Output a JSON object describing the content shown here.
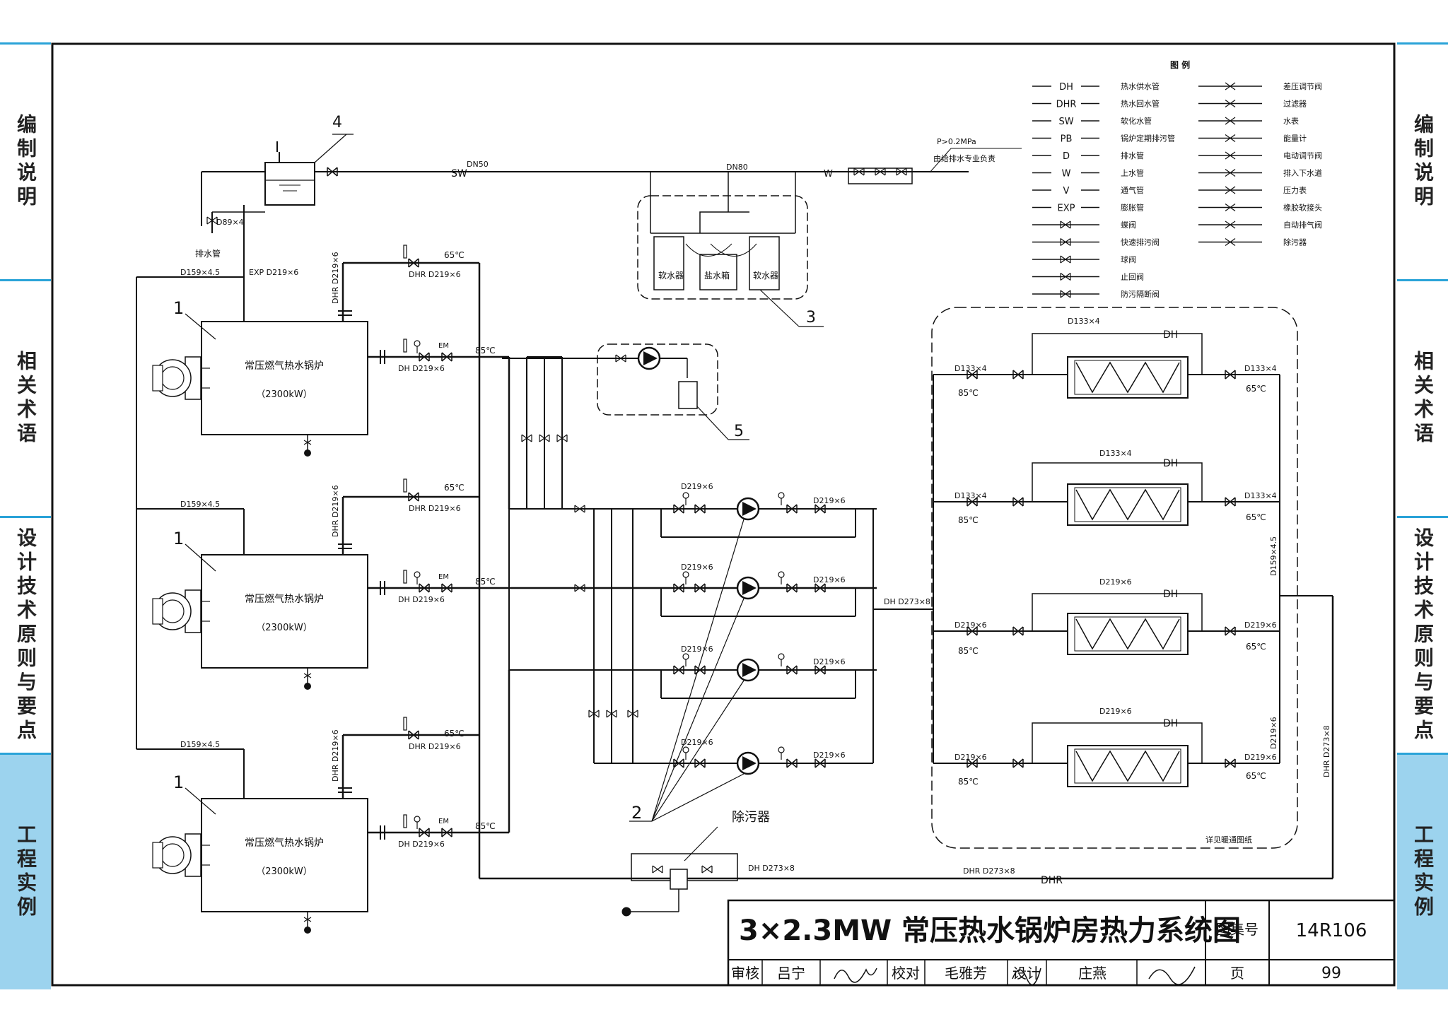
{
  "side_tabs": [
    "编制说明",
    "相关术语",
    "设计技术原则与要点",
    "工程实例"
  ],
  "active_tab": 3,
  "boilers": [
    {
      "name": "常压燃气热水锅炉",
      "capacity": "（2300kW）",
      "tag": "1"
    },
    {
      "name": "常压燃气热水锅炉",
      "capacity": "（2300kW）",
      "tag": "1"
    },
    {
      "name": "常压燃气热水锅炉",
      "capacity": "（2300kW）",
      "tag": "1"
    }
  ],
  "callouts": {
    "water_tank": "4",
    "softener": "3",
    "pressure_unit": "5",
    "pumps": "2"
  },
  "softener_labels": [
    "软水器",
    "盐水箱",
    "软水器"
  ],
  "labels": {
    "dh_d219": "DH D219×6",
    "dhr_d219": "DHR D219×6",
    "dhr_d219_v": "DHR D219×6",
    "d159": "D159×4.5",
    "d159_v": "D159×4.5",
    "exp_d219": "EXP D219×6",
    "d89": "D89×4",
    "drain": "排水管",
    "t85": "85℃",
    "t65": "65℃",
    "dn50": "DN50",
    "dn80": "DN80",
    "sw": "SW",
    "w": "W",
    "pressure": "P>0.2MPa",
    "supply_note": "由给排水专业负责",
    "pump_d219": "D219×6",
    "dh_d273": "DH D273×8",
    "dhr_d273": "DHR D273×8",
    "dhr_d273_v": "DHR D273×8",
    "dhr": "DHR",
    "dh": "DH",
    "dirt": "除污器",
    "d133": "D133×4",
    "d219hx": "D219×6",
    "d219_v": "D219×6",
    "detail_note": "详见暖通图纸",
    "em": "EM"
  },
  "legend": {
    "title": "图 例",
    "pipes": [
      {
        "code": "DH",
        "label": "热水供水管"
      },
      {
        "code": "DHR",
        "label": "热水回水管"
      },
      {
        "code": "SW",
        "label": "软化水管"
      },
      {
        "code": "PB",
        "label": "锅炉定期排污管"
      },
      {
        "code": "D",
        "label": "排水管"
      },
      {
        "code": "W",
        "label": "上水管"
      },
      {
        "code": "V",
        "label": "通气管"
      },
      {
        "code": "EXP",
        "label": "膨胀管"
      }
    ],
    "valves_left": [
      "蝶阀",
      "快速排污阀",
      "球阀",
      "止回阀",
      "防污隔断阀"
    ],
    "valves_right": [
      "差压调节阀",
      "过滤器",
      "水表",
      "能量计",
      "电动调节阀",
      "排入下水道",
      "压力表",
      "橡胶软接头",
      "自动排气阀",
      "除污器"
    ]
  },
  "title_block": {
    "title": "3×2.3MW 常压热水锅炉房热力系统图",
    "atlas_label": "图集号",
    "atlas_no": "14R106",
    "review_label": "审核",
    "reviewer": "吕宁",
    "check_label": "校对",
    "checker": "毛雅芳",
    "design_label": "设计",
    "designer": "庄燕",
    "page_label": "页",
    "page_no": "99"
  },
  "colors": {
    "accent": "#2aa3d8",
    "active_tab": "#9cd3ee",
    "line": "#111111"
  }
}
